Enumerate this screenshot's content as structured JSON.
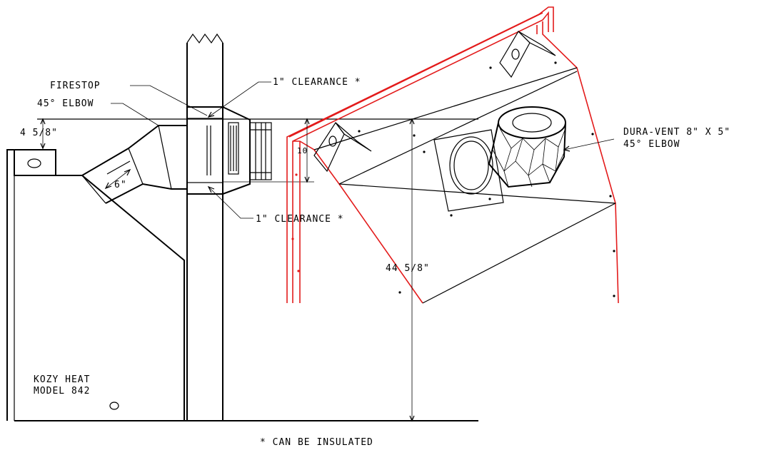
{
  "labels": {
    "firestop": "FIRESTOP",
    "clearance_top": "1\" CLEARANCE *",
    "elbow_45": "45° ELBOW",
    "dim_top": "4 5/8\"",
    "dim_6": "6\"",
    "clearance_bottom": "1\" CLEARANCE *",
    "dim_height": "44 5/8\"",
    "dim_10": "10",
    "duravent_line1": "DURA-VENT 8\" X 5\"",
    "duravent_line2": "45° ELBOW",
    "model_line1": "KOZY HEAT",
    "model_line2": "MODEL 842",
    "note": "* CAN BE INSULATED"
  },
  "colors": {
    "line": "#000000",
    "highlight": "#e31b1b",
    "background": "#ffffff"
  }
}
